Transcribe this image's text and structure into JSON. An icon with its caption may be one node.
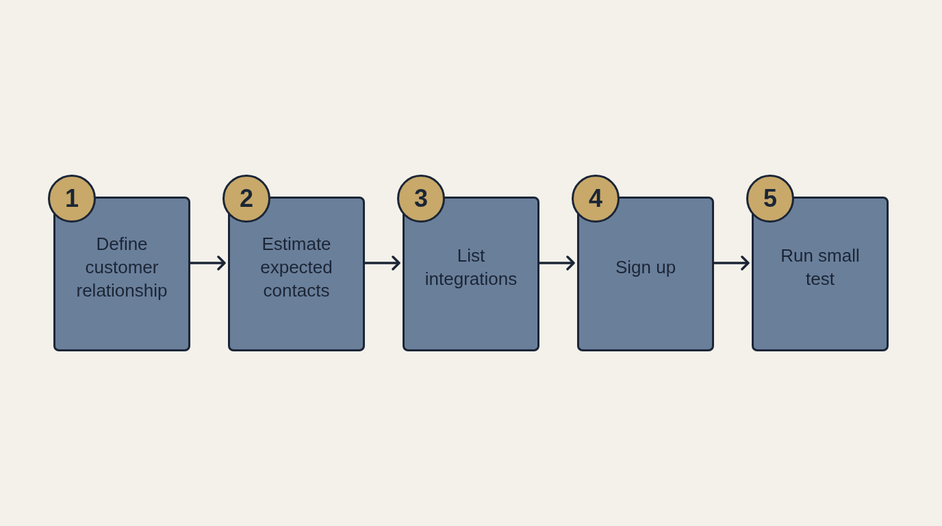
{
  "diagram": {
    "nodes": [
      {
        "text": [
          "1"
        ]
      },
      {
        "text": [
          "Define customer relationship"
        ]
      },
      {
        "text": [
          "2"
        ]
      },
      {
        "text": [
          "Estimate expected contacts"
        ]
      },
      {
        "text": [
          "3"
        ]
      },
      {
        "text": [
          "List integrations"
        ]
      },
      {
        "text": [
          "4"
        ]
      },
      {
        "text": [
          "Sign up"
        ]
      },
      {
        "text": [
          "5"
        ]
      },
      {
        "text": [
          "Run small test"
        ]
      }
    ],
    "edges": [
      {
        "from": 1,
        "to": 3,
        "arrow": "to"
      },
      {
        "from": 3,
        "to": 5,
        "arrow": "to"
      },
      {
        "from": 5,
        "to": 7,
        "arrow": "to"
      },
      {
        "from": 7,
        "to": 9,
        "arrow": "to"
      }
    ]
  }
}
